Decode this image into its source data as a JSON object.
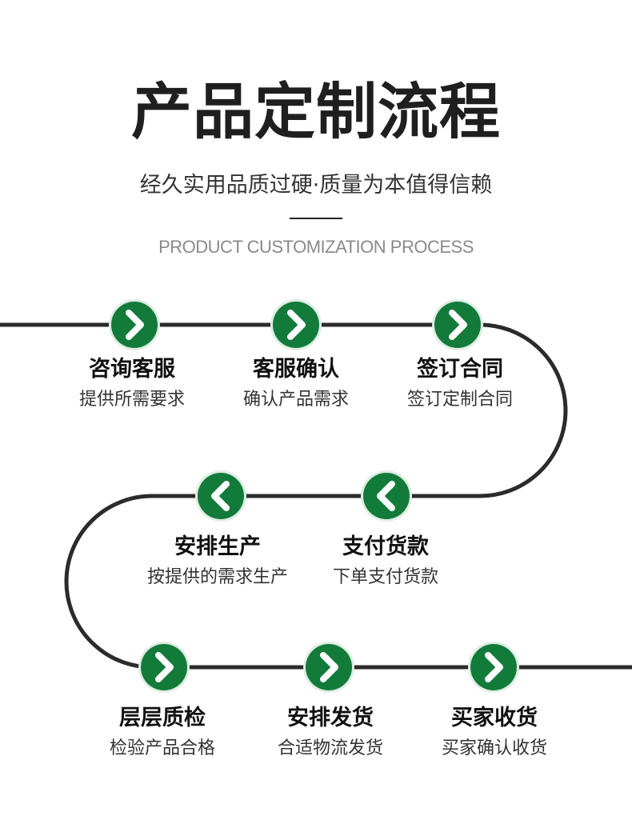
{
  "header": {
    "title": "产品定制流程",
    "subtitle": "经久实用品质过硬·质量为本值得信赖",
    "english_title": "PRODUCT CUSTOMIZATION PROCESS"
  },
  "colors": {
    "node_green": "#137b3a",
    "line": "#2b2b2b",
    "node_ring": "#dfeee4"
  },
  "steps": [
    {
      "name": "咨询客服",
      "desc": "提供所需要求",
      "icon": "chevron-right-icon"
    },
    {
      "name": "客服确认",
      "desc": "确认产品需求",
      "icon": "chevron-right-icon"
    },
    {
      "name": "签订合同",
      "desc": "签订定制合同",
      "icon": "chevron-right-icon"
    },
    {
      "name": "支付货款",
      "desc": "下单支付货款",
      "icon": "chevron-left-icon"
    },
    {
      "name": "安排生产",
      "desc": "按提供的需求生产",
      "icon": "chevron-left-icon"
    },
    {
      "name": "层层质检",
      "desc": "检验产品合格",
      "icon": "chevron-right-icon"
    },
    {
      "name": "安排发货",
      "desc": "合适物流发货",
      "icon": "chevron-right-icon"
    },
    {
      "name": "买家收货",
      "desc": "买家确认收货",
      "icon": "chevron-right-icon"
    }
  ]
}
